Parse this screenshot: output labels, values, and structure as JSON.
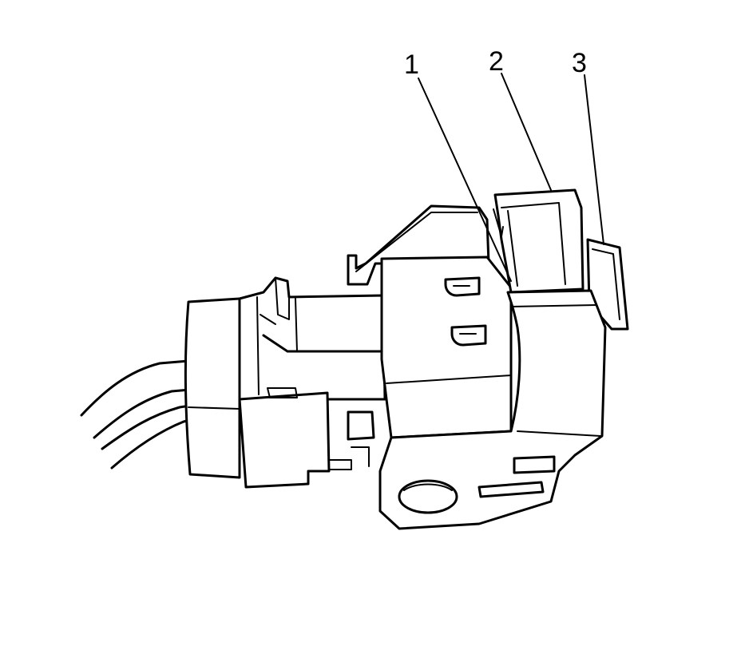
{
  "diagram": {
    "callouts": [
      {
        "number": "1"
      },
      {
        "number": "2"
      },
      {
        "number": "3"
      }
    ],
    "colors": {
      "line": "#000000",
      "background": "#ffffff"
    }
  }
}
